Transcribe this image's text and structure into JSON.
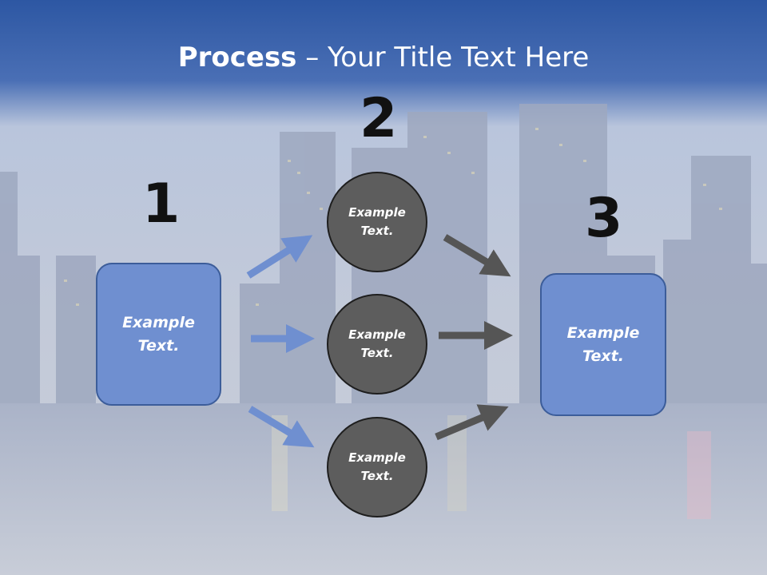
{
  "title": {
    "bold": "Process",
    "rest": " – Your Title Text Here"
  },
  "steps": [
    {
      "number": "1",
      "text_line1": "Example",
      "text_line2": "Text."
    },
    {
      "number": "2"
    },
    {
      "number": "3",
      "text_line1": "Example",
      "text_line2": "Text."
    }
  ],
  "circles": [
    {
      "text_line1": "Example",
      "text_line2": "Text."
    },
    {
      "text_line1": "Example",
      "text_line2": "Text."
    },
    {
      "text_line1": "Example",
      "text_line2": "Text."
    }
  ],
  "colors": {
    "header": "#2f5597",
    "box_fill": "#6f8fd0",
    "circle_fill": "#5d5d5d",
    "blue_arrow": "#6f8fd0",
    "gray_arrow": "#555555"
  }
}
